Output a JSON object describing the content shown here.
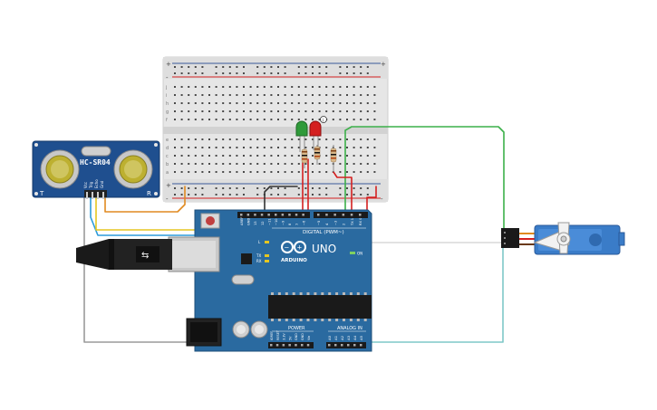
{
  "colors": {
    "background": "#ffffff",
    "breadboard": "#e8e8e8",
    "arduino_blue": "#2a6aa0",
    "sensor_blue": "#1f4f8f",
    "servo_blue": "#3a7cc8",
    "wire_green": "#3cb04a",
    "wire_red": "#d42020",
    "wire_orange": "#e08a20",
    "wire_yellow": "#e6c620",
    "wire_blue": "#2d9cdb",
    "wire_gray": "#9a9a9a",
    "wire_teal": "#7ec8c8",
    "wire_black": "#333333"
  },
  "sensor": {
    "model": "HC-SR04",
    "left_mark": "T",
    "right_mark": "R",
    "pins": [
      "Vcc",
      "Trig",
      "Echo",
      "Gnd"
    ]
  },
  "arduino": {
    "model": "UNO",
    "brand": "ARDUINO",
    "digital_label": "DIGITAL (PWM~)",
    "power_label": "POWER",
    "analog_label": "ANALOG IN",
    "on_label": "ON",
    "tx_label": "TX",
    "rx_label": "RX",
    "l_label": "L",
    "digital_pins": [
      "AREF",
      "GND",
      "13",
      "12",
      "~11",
      "~10",
      "~9",
      "8",
      "7",
      "~6",
      "~5",
      "4",
      "~3",
      "2",
      "TX 1",
      "RX 0"
    ],
    "power_pins": [
      "IOREF",
      "RESET",
      "3.3V",
      "5V",
      "GND",
      "GND",
      "Vin"
    ],
    "analog_pins": [
      "A0",
      "A1",
      "A2",
      "A3",
      "A4",
      "A5"
    ]
  },
  "breadboard": {
    "row_letters_top": [
      "j",
      "i",
      "h",
      "g",
      "f"
    ],
    "row_letters_bottom": [
      "e",
      "d",
      "c",
      "b",
      "a"
    ],
    "plus": "+",
    "minus": "-"
  },
  "components": {
    "led_green": "green-led",
    "led_red": "red-led",
    "resistors": 3,
    "servo": "micro-servo"
  }
}
